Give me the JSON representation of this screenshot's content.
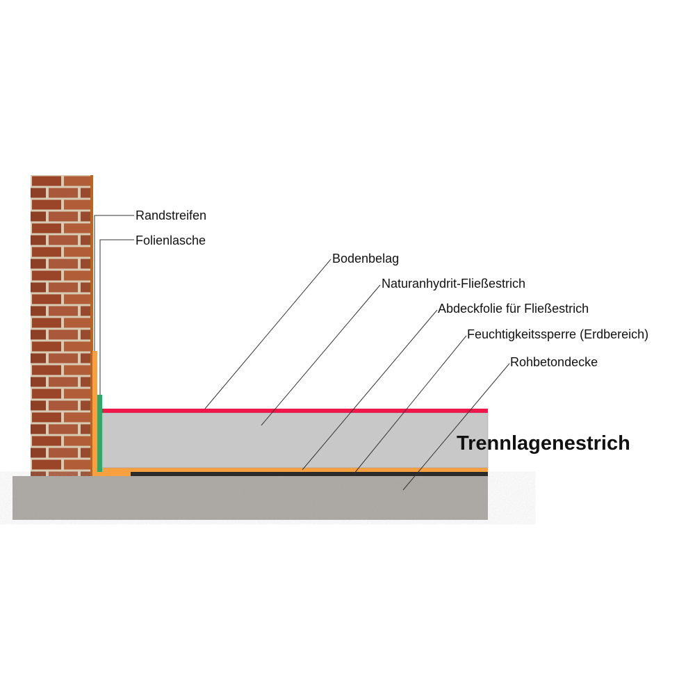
{
  "title": "Trennlagenestrich",
  "labels": {
    "randstreifen": "Randstreifen",
    "folienlasche": "Folienlasche",
    "bodenbelag": "Bodenbelag",
    "estrich": "Naturanhydrit-Fließestrich",
    "abdeckfolie": "Abdeckfolie für Fließestrich",
    "feuchtigkeitssperre": "Feuchtigkeitssperre (Erdbereich)",
    "rohbetondecke": "Rohbetondecke"
  },
  "colors": {
    "bodenbelag": "#f0184a",
    "estrich": "#c8c8c8",
    "folie": "#f7a040",
    "sperre": "#2b2b2b",
    "beton": "#a9a6a1",
    "folienlasche": "#2fa766",
    "randstreifen_dark": "#b9651e",
    "brick": "#a4512f",
    "mortar": "#d8cbb4"
  }
}
